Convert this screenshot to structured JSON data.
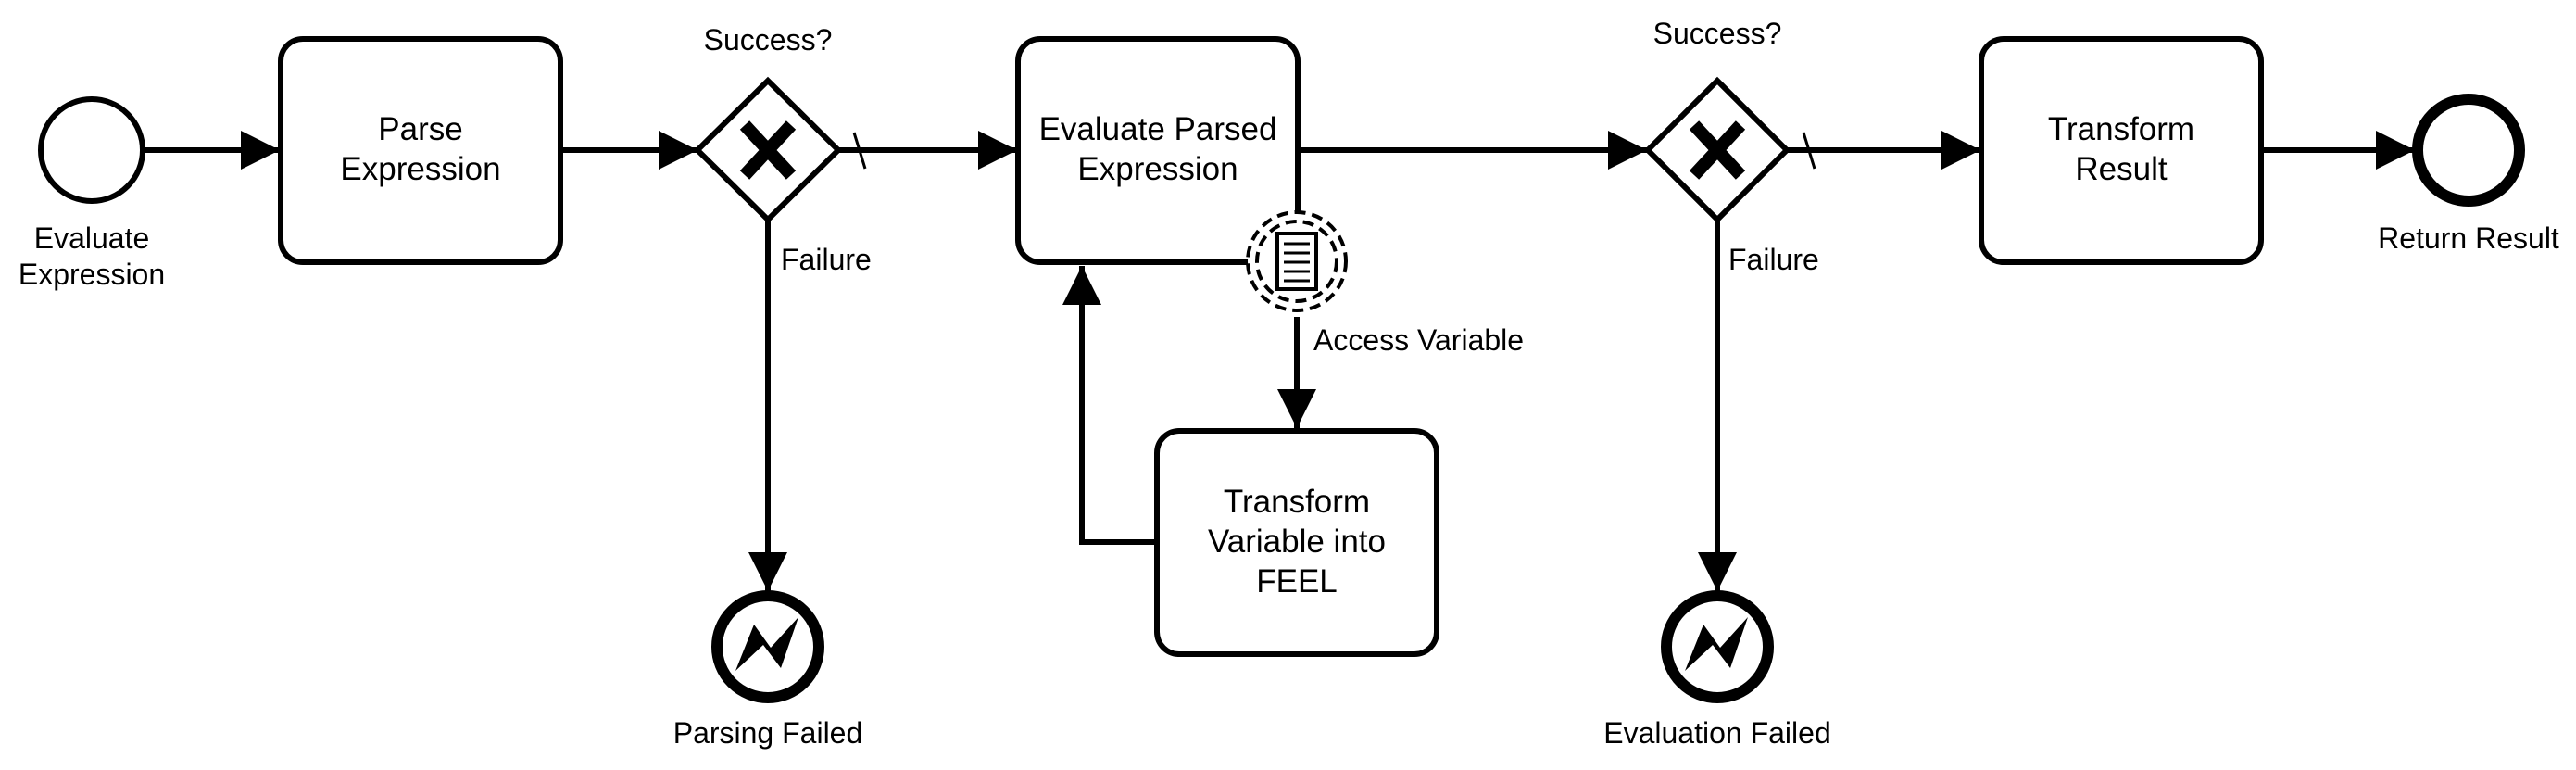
{
  "diagram": {
    "start_event": {
      "label_line1": "Evaluate",
      "label_line2": "Expression"
    },
    "task_parse": {
      "line1": "Parse",
      "line2": "Expression"
    },
    "gateway_1": {
      "question": "Success?",
      "failure_label": "Failure"
    },
    "task_evaluate": {
      "line1": "Evaluate Parsed",
      "line2": "Expression"
    },
    "access_variable_label": "Access Variable",
    "task_transform_variable": {
      "line1": "Transform",
      "line2": "Variable into",
      "line3": "FEEL"
    },
    "gateway_2": {
      "question": "Success?",
      "failure_label": "Failure"
    },
    "task_transform_result": {
      "line1": "Transform",
      "line2": "Result"
    },
    "end_event": {
      "label": "Return Result"
    },
    "error_end_parsing": {
      "label": "Parsing Failed"
    },
    "error_end_evaluation": {
      "label": "Evaluation Failed"
    }
  }
}
